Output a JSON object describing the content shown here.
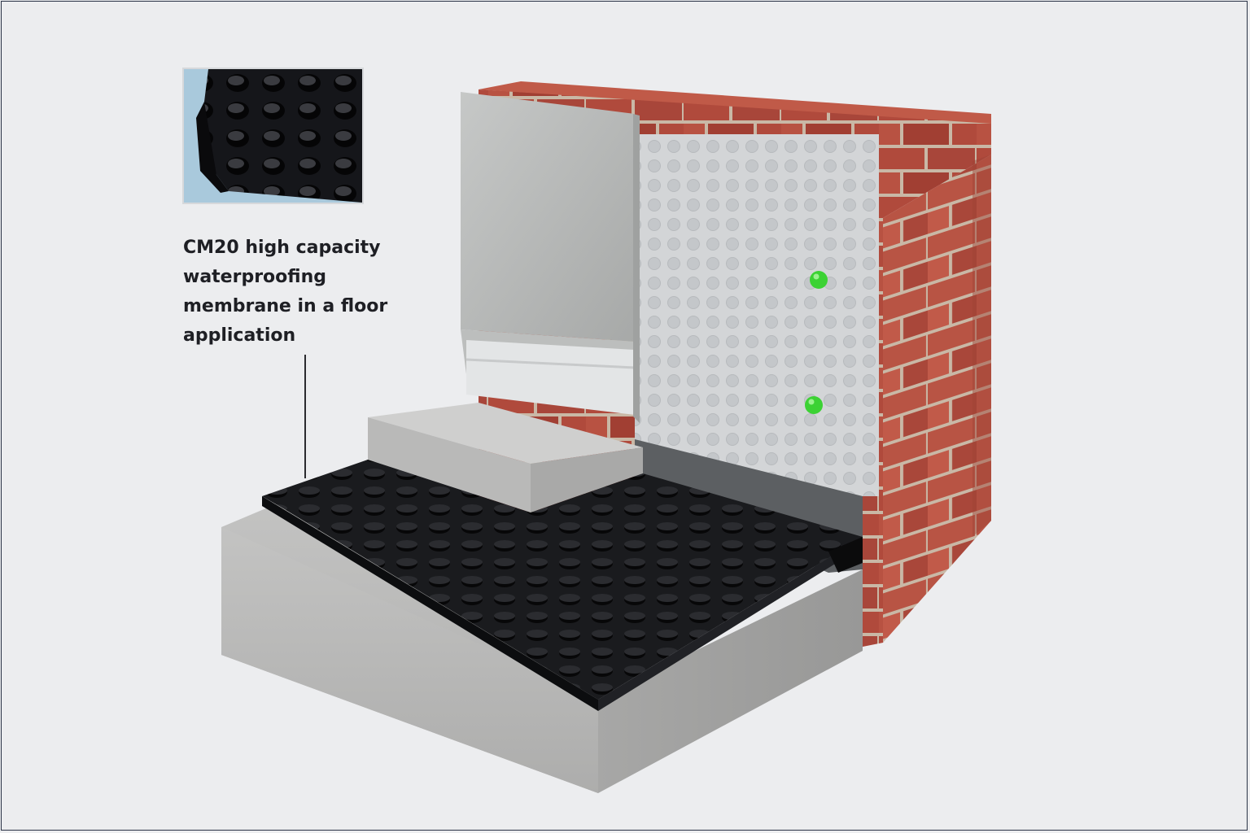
{
  "caption": {
    "line1": "CM20 high capacity",
    "line2": "waterproofing",
    "line3": "membrane in a floor",
    "line4": "application"
  },
  "colors": {
    "background": "#ecedef",
    "frame": "#2b3447",
    "brick": "#b04a3c",
    "mortar": "#c9b8a6",
    "concrete": "#bcbcbb",
    "membrane_black": "#151618",
    "wall_membrane": "#d3d5d7",
    "board": "#b3b5b4",
    "fixing_studs": "#3cd234",
    "inset_background": "#a9c9dc"
  },
  "icons": {
    "inset": "membrane-closeup-icon",
    "studs": "green-fixing-plug-icon"
  }
}
